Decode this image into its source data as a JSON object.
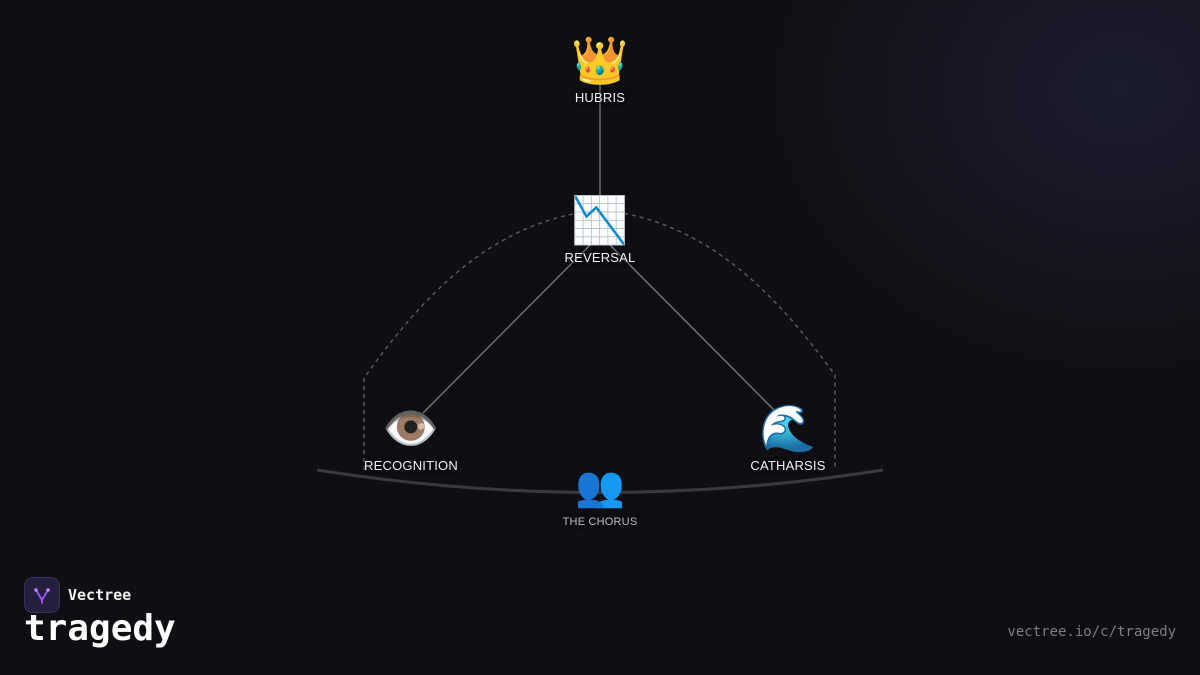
{
  "diagram": {
    "nodes": [
      {
        "id": "hubris",
        "emoji": "👑",
        "label": "HUBRIS"
      },
      {
        "id": "reversal",
        "emoji": "📉",
        "label": "REVERSAL"
      },
      {
        "id": "recognition",
        "emoji": "👁️",
        "label": "RECOGNITION"
      },
      {
        "id": "catharsis",
        "emoji": "🌊",
        "label": "CATHARSIS"
      },
      {
        "id": "chorus",
        "emoji": "👥",
        "label": "THE CHORUS"
      }
    ],
    "edges": [
      {
        "from": "hubris",
        "to": "reversal"
      },
      {
        "from": "reversal",
        "to": "recognition"
      },
      {
        "from": "reversal",
        "to": "catharsis"
      }
    ]
  },
  "brand": {
    "name": "Vectree",
    "logo_icon": "branching-tree-icon",
    "accent": "#a855f7"
  },
  "page": {
    "title": "tragedy",
    "url": "vectree.io/c/tragedy"
  }
}
